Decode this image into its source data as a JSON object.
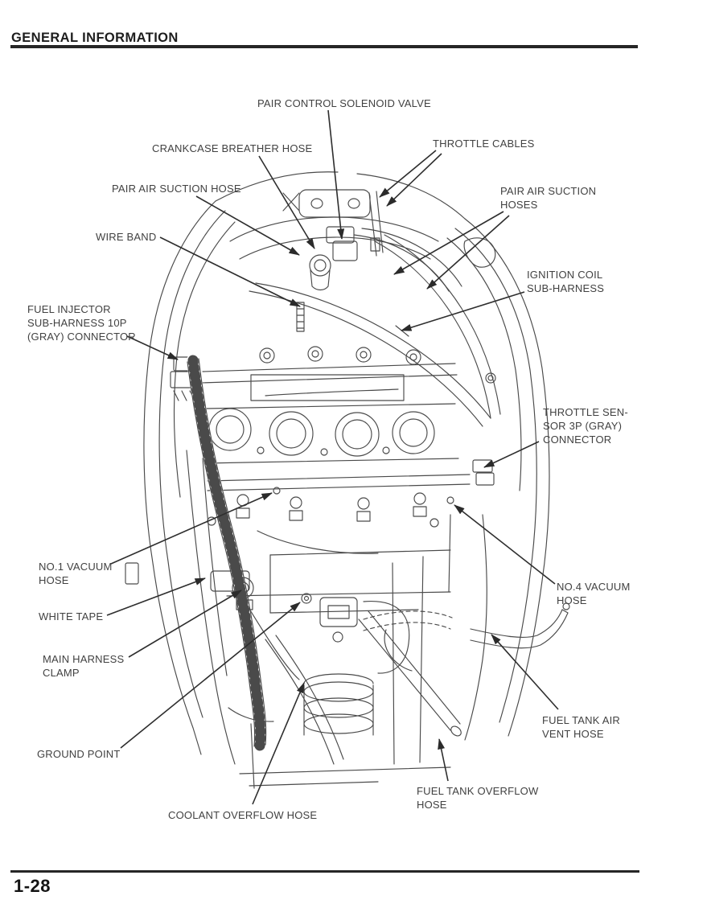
{
  "header": {
    "title": "GENERAL INFORMATION"
  },
  "footer": {
    "page_number": "1-28"
  },
  "colors": {
    "paper": "#ffffff",
    "heading_text": "#1d1d1d",
    "label_text": "#414141",
    "line_art_ink": "#4a4a4a",
    "leader_line": "#2e2e2e"
  },
  "figure": {
    "name": "engine-hose-and-harness-routing-top-view",
    "labels": [
      {
        "id": "pair-control-solenoid-valve",
        "text": "PAIR CONTROL SOLENOID VALVE"
      },
      {
        "id": "crankcase-breather-hose",
        "text": "CRANKCASE BREATHER HOSE"
      },
      {
        "id": "throttle-cables",
        "text": "THROTTLE CABLES"
      },
      {
        "id": "pair-air-suction-hose",
        "text": "PAIR AIR SUCTION HOSE"
      },
      {
        "id": "pair-air-suction-hoses",
        "text": "PAIR AIR SUCTION\nHOSES"
      },
      {
        "id": "wire-band",
        "text": "WIRE BAND"
      },
      {
        "id": "fuel-injector-sub-harness-connector",
        "text": "FUEL INJECTOR\nSUB-HARNESS 10P\n(GRAY) CONNECTOR"
      },
      {
        "id": "ignition-coil-sub-harness",
        "text": "IGNITION COIL\nSUB-HARNESS"
      },
      {
        "id": "throttle-sensor-connector",
        "text": "THROTTLE SEN-\nSOR 3P (GRAY)\nCONNECTOR"
      },
      {
        "id": "no1-vacuum-hose",
        "text": "NO.1 VACUUM\nHOSE"
      },
      {
        "id": "white-tape",
        "text": "WHITE TAPE"
      },
      {
        "id": "main-harness-clamp",
        "text": "MAIN HARNESS\nCLAMP"
      },
      {
        "id": "ground-point",
        "text": "GROUND POINT"
      },
      {
        "id": "no4-vacuum-hose",
        "text": "NO.4 VACUUM\nHOSE"
      },
      {
        "id": "fuel-tank-air-vent-hose",
        "text": "FUEL TANK AIR\nVENT HOSE"
      },
      {
        "id": "fuel-tank-overflow-hose",
        "text": "FUEL TANK OVERFLOW\nHOSE"
      },
      {
        "id": "coolant-overflow-hose",
        "text": "COOLANT OVERFLOW HOSE"
      }
    ]
  }
}
